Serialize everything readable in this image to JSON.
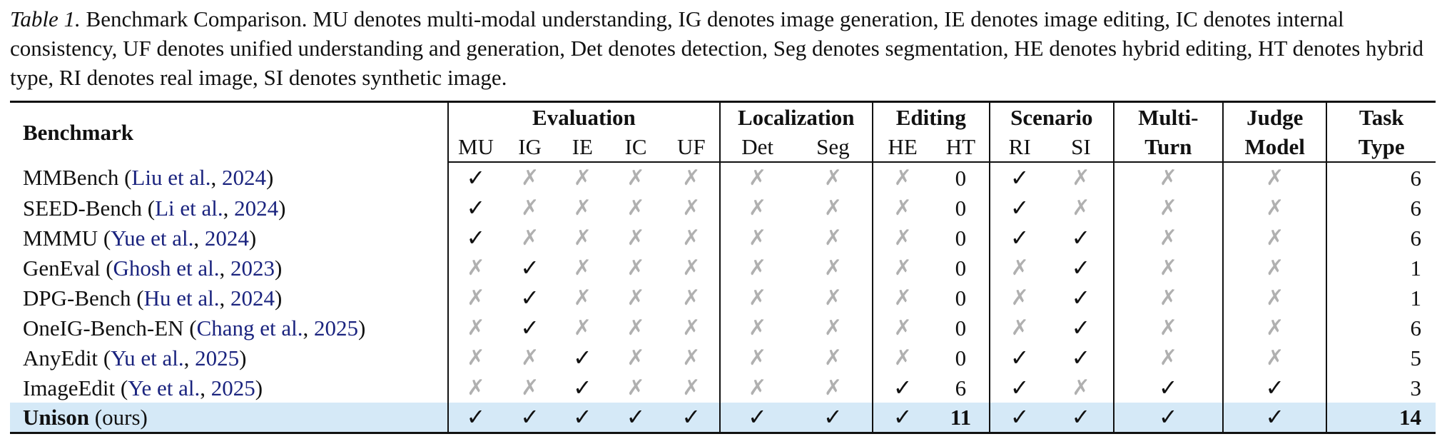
{
  "caption": {
    "label": "Table 1.",
    "text": "Benchmark Comparison. MU denotes multi-modal understanding, IG denotes image generation, IE denotes image editing, IC denotes internal consistency, UF denotes unified understanding and generation, Det denotes detection, Seg denotes segmentation, HE denotes hybrid editing, HT denotes hybrid type, RI denotes real image, SI denotes synthetic image."
  },
  "header": {
    "benchmark": "Benchmark",
    "evaluation": "Evaluation",
    "localization": "Localization",
    "editing": "Editing",
    "scenario": "Scenario",
    "multi_turn_1": "Multi-",
    "multi_turn_2": "Turn",
    "judge_1": "Judge",
    "judge_2": "Model",
    "task_1": "Task",
    "task_2": "Type",
    "sub": [
      "MU",
      "IG",
      "IE",
      "IC",
      "UF",
      "Det",
      "Seg",
      "HE",
      "HT",
      "RI",
      "SI"
    ]
  },
  "symbols": {
    "check": "✓",
    "cross": "✗"
  },
  "rows": [
    {
      "name": "MMBench",
      "cite_author": "Liu et al.",
      "cite_year": "2024",
      "marks": [
        1,
        0,
        0,
        0,
        0,
        0,
        0,
        0
      ],
      "ht": "0",
      "ri": 1,
      "si": 0,
      "multi": 0,
      "judge": 0,
      "task": "6"
    },
    {
      "name": "SEED-Bench",
      "cite_author": "Li et al.",
      "cite_year": "2024",
      "marks": [
        1,
        0,
        0,
        0,
        0,
        0,
        0,
        0
      ],
      "ht": "0",
      "ri": 1,
      "si": 0,
      "multi": 0,
      "judge": 0,
      "task": "6"
    },
    {
      "name": "MMMU",
      "cite_author": "Yue et al.",
      "cite_year": "2024",
      "marks": [
        1,
        0,
        0,
        0,
        0,
        0,
        0,
        0
      ],
      "ht": "0",
      "ri": 1,
      "si": 1,
      "multi": 0,
      "judge": 0,
      "task": "6"
    },
    {
      "name": "GenEval",
      "cite_author": "Ghosh et al.",
      "cite_year": "2023",
      "marks": [
        0,
        1,
        0,
        0,
        0,
        0,
        0,
        0
      ],
      "ht": "0",
      "ri": 0,
      "si": 1,
      "multi": 0,
      "judge": 0,
      "task": "1"
    },
    {
      "name": "DPG-Bench",
      "cite_author": "Hu et al.",
      "cite_year": "2024",
      "marks": [
        0,
        1,
        0,
        0,
        0,
        0,
        0,
        0
      ],
      "ht": "0",
      "ri": 0,
      "si": 1,
      "multi": 0,
      "judge": 0,
      "task": "1"
    },
    {
      "name": "OneIG-Bench-EN",
      "cite_author": "Chang et al.",
      "cite_year": "2025",
      "marks": [
        0,
        1,
        0,
        0,
        0,
        0,
        0,
        0
      ],
      "ht": "0",
      "ri": 0,
      "si": 1,
      "multi": 0,
      "judge": 0,
      "task": "6"
    },
    {
      "name": "AnyEdit",
      "cite_author": "Yu et al.",
      "cite_year": "2025",
      "marks": [
        0,
        0,
        1,
        0,
        0,
        0,
        0,
        0
      ],
      "ht": "0",
      "ri": 1,
      "si": 1,
      "multi": 0,
      "judge": 0,
      "task": "5"
    },
    {
      "name": "ImageEdit",
      "cite_author": "Ye et al.",
      "cite_year": "2025",
      "marks": [
        0,
        0,
        1,
        0,
        0,
        0,
        0,
        1
      ],
      "ht": "6",
      "ri": 1,
      "si": 0,
      "multi": 1,
      "judge": 1,
      "task": "3"
    }
  ],
  "ours": {
    "name": "Unison",
    "suffix": "(ours)",
    "marks": [
      1,
      1,
      1,
      1,
      1,
      1,
      1,
      1
    ],
    "ht": "11",
    "ri": 1,
    "si": 1,
    "multi": 1,
    "judge": 1,
    "task": "14"
  }
}
